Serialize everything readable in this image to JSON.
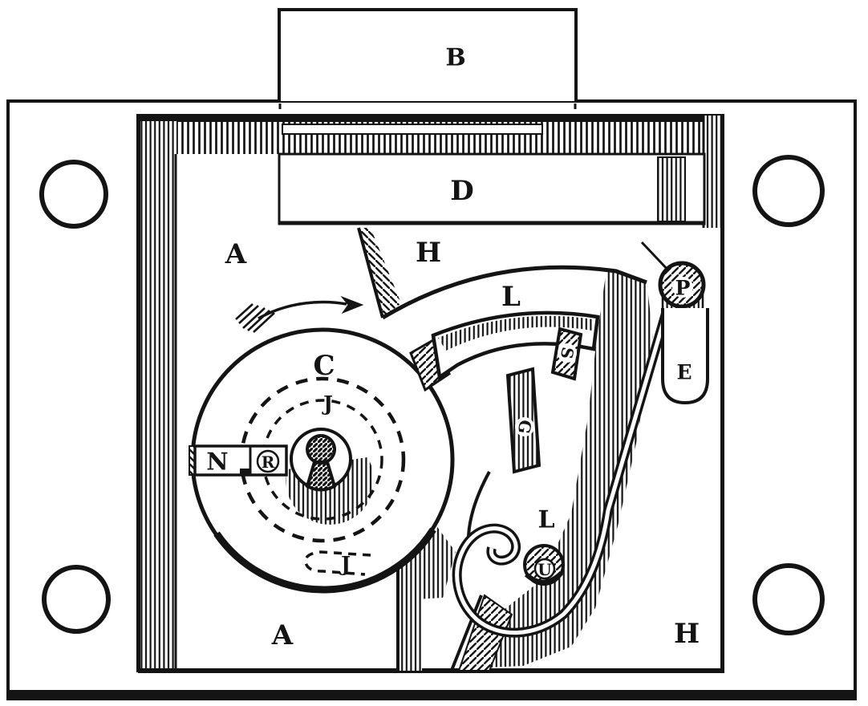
{
  "figure": {
    "kind": "antique line engraving, plan view of a lever lock mechanism",
    "ink": "#141414",
    "paper": "#ffffff"
  },
  "labels": {
    "bolt_head": "B",
    "bolt_body": "D",
    "case_left": "A",
    "case_bottom": "A",
    "lever_area_top": "H",
    "lever_area_bottom": "H",
    "disc": "C",
    "key_track_upper": "J",
    "key_track_lower": "J",
    "bar": "N",
    "rivet": "R",
    "lever_upper": "L",
    "lever_lower": "L",
    "stump": "S",
    "gating": "G",
    "pin": "P",
    "spring_end": "E",
    "stud": "U"
  }
}
